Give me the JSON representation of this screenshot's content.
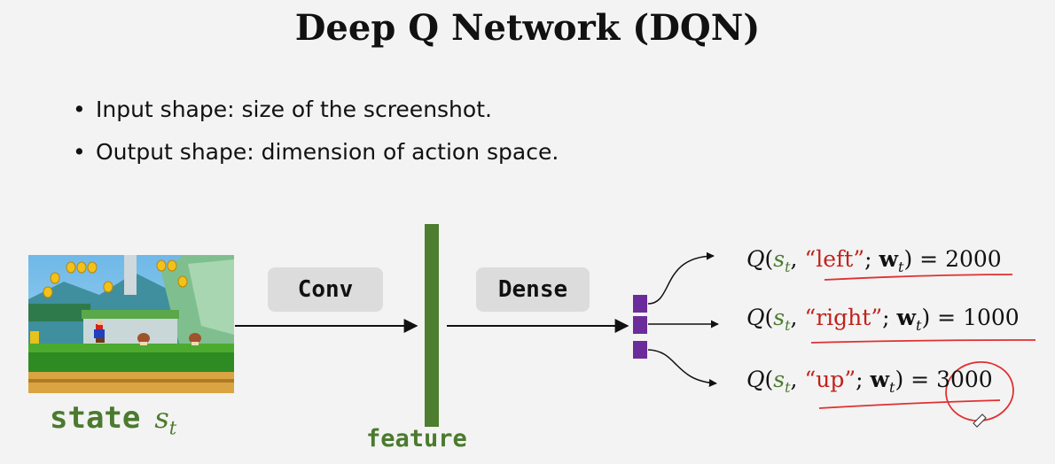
{
  "title": "Deep Q Network (DQN)",
  "bullets": [
    "Input shape: size of the screenshot.",
    "Output shape:  dimension of action space."
  ],
  "state": {
    "word": "state",
    "symbol": "s",
    "sub": "t"
  },
  "boxes": {
    "conv": "Conv",
    "dense": "Dense"
  },
  "feature_label": "feature",
  "qvalues": {
    "Q": "Q",
    "s": "s",
    "t": "t",
    "w": "w",
    "rows": [
      {
        "action": "“left”",
        "value": "2000"
      },
      {
        "action": "“right”",
        "value": "1000"
      },
      {
        "action": "“up”",
        "value": "3000"
      }
    ]
  },
  "colors": {
    "green": "#4b7a2e",
    "feature_bar": "#4d7d2e",
    "output_node": "#6b2c9b",
    "action_red": "#c0221c",
    "annotation_red": "#e03030",
    "box_gray": "#dcdcdc"
  }
}
